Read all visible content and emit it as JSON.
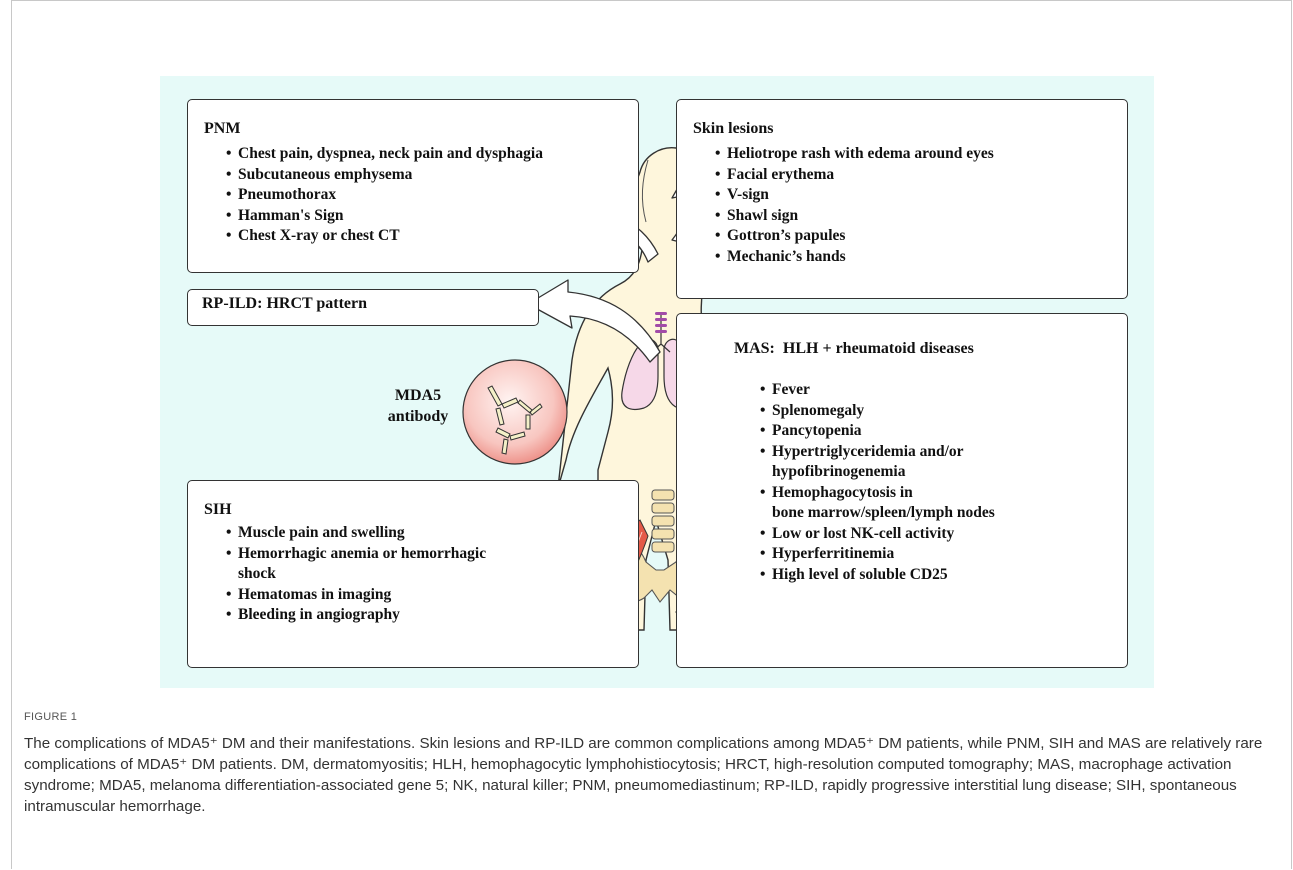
{
  "figure": {
    "boxes": {
      "pnm": {
        "title": "PNM",
        "items": [
          "Chest pain, dyspnea, neck pain and dysphagia",
          "Subcutaneous emphysema",
          "Pneumothorax",
          "Hamman's Sign",
          "Chest X-ray or chest CT"
        ]
      },
      "skin": {
        "title": "Skin lesions",
        "items": [
          "Heliotrope rash with edema around eyes",
          "Facial erythema",
          "V-sign",
          "Shawl sign",
          "Gottron’s papules",
          "Mechanic’s hands"
        ]
      },
      "rpild": {
        "title": "RP-ILD: HRCT pattern"
      },
      "mas": {
        "title": "MAS:  HLH + rheumatoid diseases",
        "items": [
          "Fever",
          "Splenomegaly",
          "Pancytopenia",
          "Hypertriglyceridemia and/or",
          "Hemophagocytosis in",
          "Low or lost NK-cell activity",
          "Hyperferritinemia",
          "High level of soluble CD25"
        ],
        "continuations": [
          "hypofibrinogenemia",
          "bone marrow/spleen/lymph nodes"
        ]
      },
      "sih": {
        "title": "SIH",
        "items": [
          "Muscle pain and swelling",
          "Hemorrhagic anemia or hemorrhagic",
          "Hematomas in imaging",
          "Bleeding in angiography"
        ],
        "continuations": [
          "shock"
        ]
      }
    },
    "mda5_label": {
      "line1": "MDA5",
      "line2": "antibody"
    },
    "colors": {
      "panel_bg": "#e6faf8",
      "body_fill": "#fef6dc",
      "lung_fill": "#f6d8e8",
      "muscle_fill": "#e45a48",
      "antibody_circle": "#f4a8a2",
      "cell_fill": "#d6a8e6"
    }
  },
  "caption": {
    "label": "FIGURE 1",
    "text": "The complications of MDA5⁺ DM and their manifestations. Skin lesions and RP-ILD are common complications among MDA5⁺ DM patients, while PNM, SIH and MAS are relatively rare complications of MDA5⁺ DM patients. DM, dermatomyositis; HLH, hemophagocytic lymphohistiocytosis; HRCT, high-resolution computed tomography; MAS, macrophage activation syndrome; MDA5, melanoma differentiation-associated gene 5; NK, natural killer; PNM, pneumomediastinum; RP-ILD, rapidly progressive interstitial lung disease; SIH, spontaneous intramuscular hemorrhage."
  }
}
